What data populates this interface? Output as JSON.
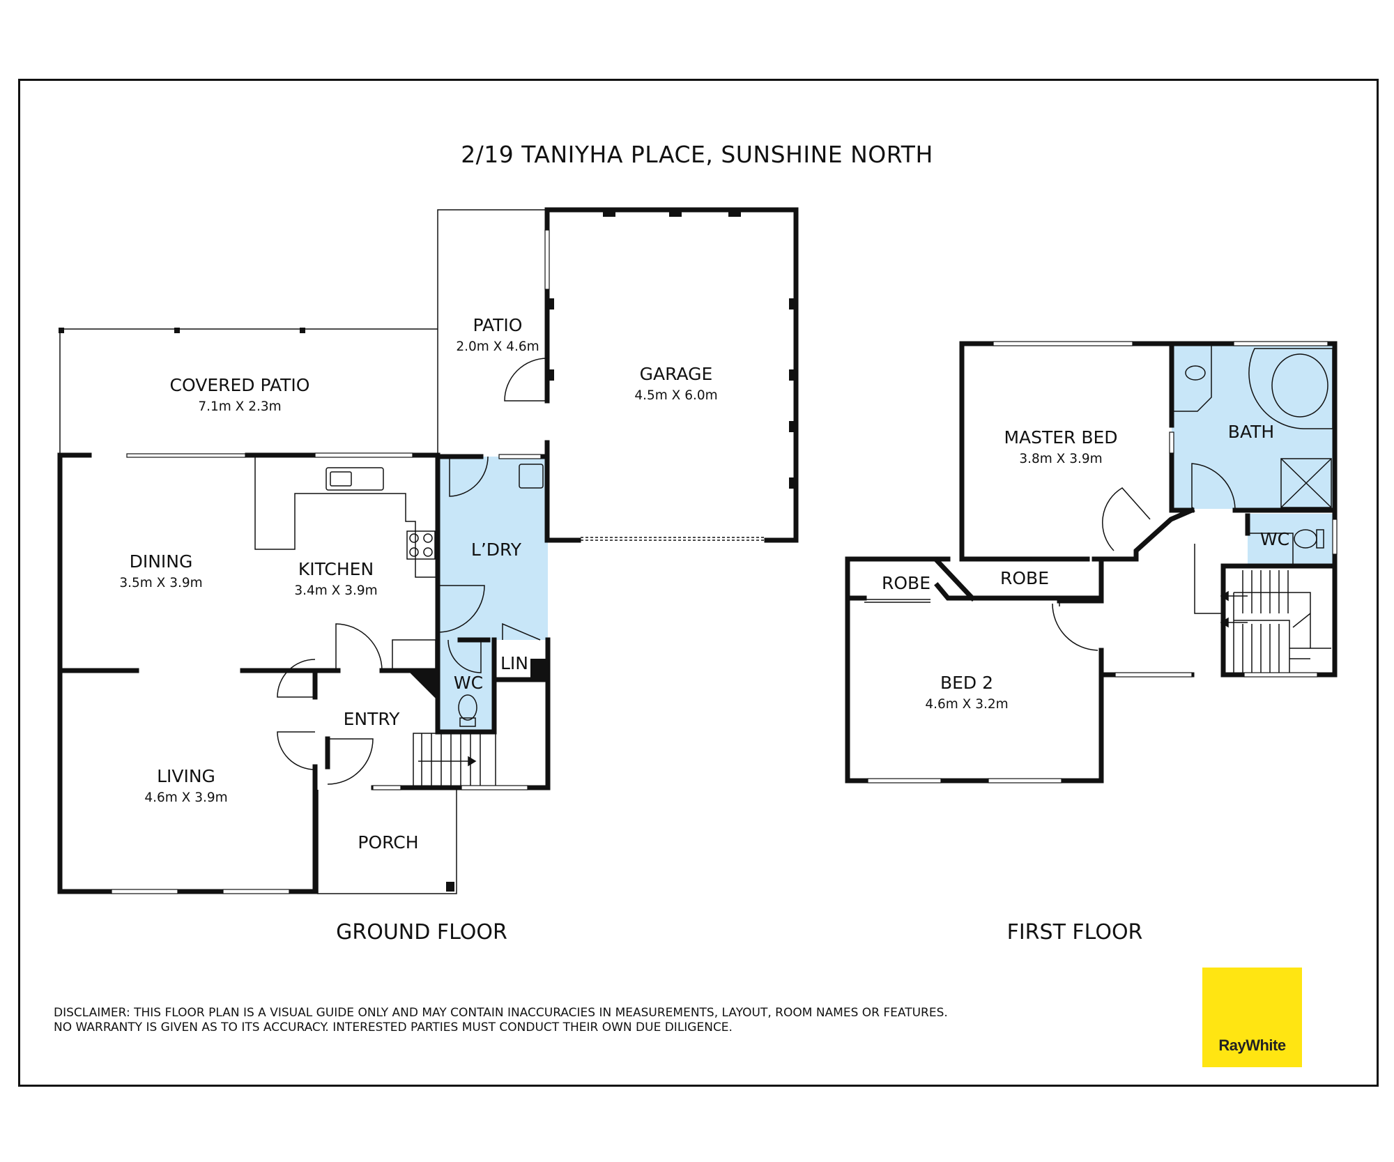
{
  "title": "2/19 TANIYHA PLACE, SUNSHINE NORTH",
  "colors": {
    "wet_area": "#c8e6f8",
    "wall": "#111111",
    "logo": "#ffe512"
  },
  "ground_floor": {
    "label": "GROUND FLOOR",
    "rooms": [
      {
        "name": "COVERED PATIO",
        "dims": "7.1m X 2.3m"
      },
      {
        "name": "PATIO",
        "dims": "2.0m X 4.6m"
      },
      {
        "name": "GARAGE",
        "dims": "4.5m X 6.0m"
      },
      {
        "name": "DINING",
        "dims": "3.5m X 3.9m"
      },
      {
        "name": "KITCHEN",
        "dims": "3.4m X 3.9m"
      },
      {
        "name": "L’DRY",
        "dims": ""
      },
      {
        "name": "LIN",
        "dims": ""
      },
      {
        "name": "WC",
        "dims": ""
      },
      {
        "name": "ENTRY",
        "dims": ""
      },
      {
        "name": "LIVING",
        "dims": "4.6m X 3.9m"
      },
      {
        "name": "PORCH",
        "dims": ""
      }
    ]
  },
  "first_floor": {
    "label": "FIRST FLOOR",
    "rooms": [
      {
        "name": "MASTER BED",
        "dims": "3.8m X 3.9m"
      },
      {
        "name": "BATH",
        "dims": ""
      },
      {
        "name": "WC",
        "dims": ""
      },
      {
        "name": "ROBE",
        "dims": ""
      },
      {
        "name": "ROBE",
        "dims": ""
      },
      {
        "name": "BED 2",
        "dims": "4.6m X 3.2m"
      }
    ]
  },
  "disclaimer": [
    "DISCLAIMER: THIS FLOOR PLAN IS A VISUAL GUIDE ONLY AND MAY CONTAIN INACCURACIES IN MEASUREMENTS, LAYOUT, ROOM NAMES OR FEATURES.",
    "NO WARRANTY IS GIVEN AS TO ITS ACCURACY. INTERESTED PARTIES MUST CONDUCT THEIR OWN DUE DILIGENCE."
  ],
  "logo": {
    "text": "RayWhite"
  }
}
